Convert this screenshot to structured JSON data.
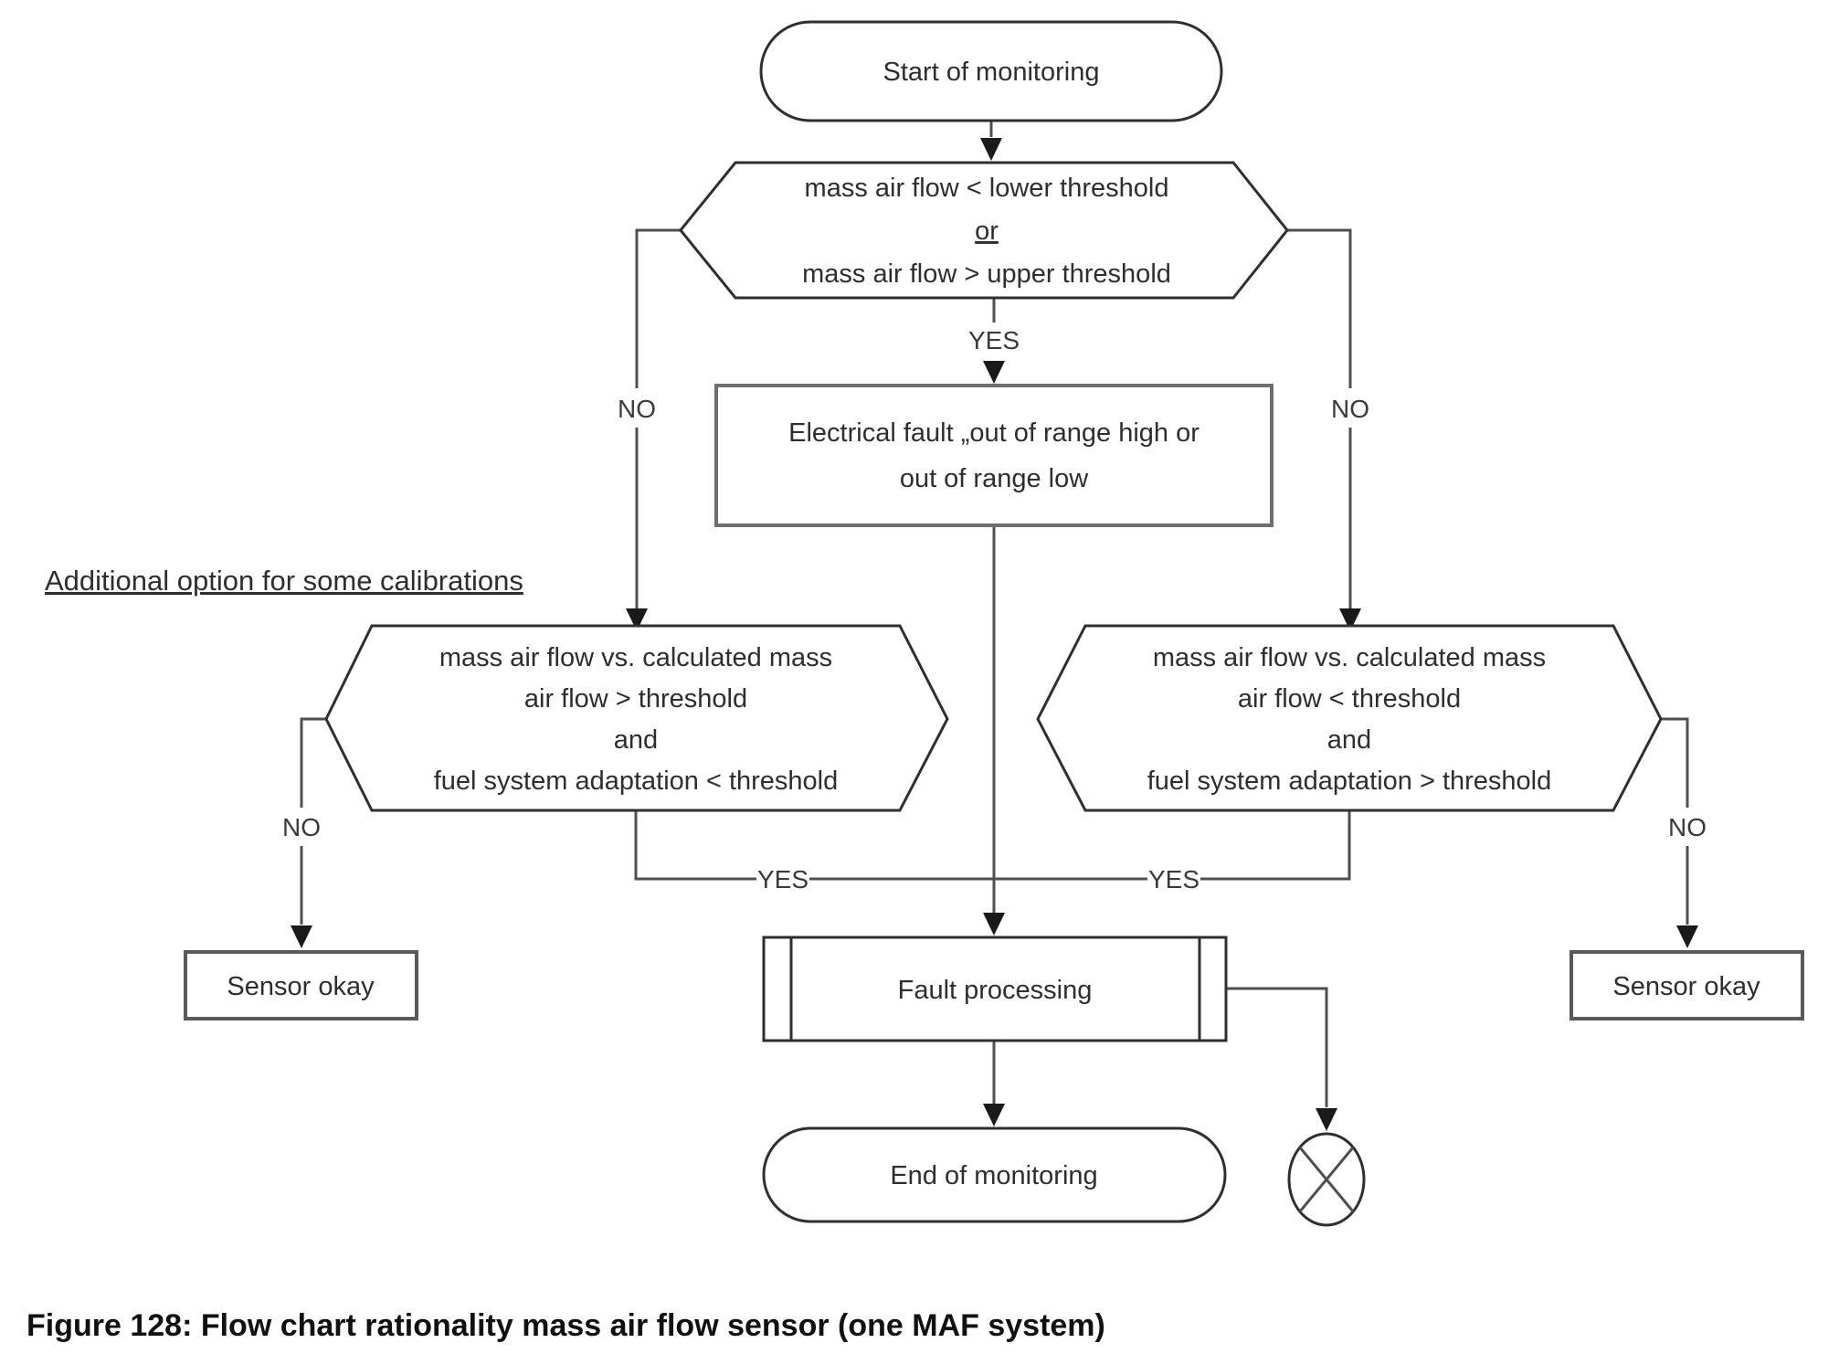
{
  "figure": {
    "caption": "Figure 128: Flow chart rationality mass air flow sensor (one MAF system)"
  },
  "flowchart": {
    "note": "Additional option for some calibrations",
    "branch_labels": {
      "yes": "YES",
      "no": "NO"
    },
    "start": {
      "label": "Start of monitoring"
    },
    "decision_threshold": {
      "lines": [
        "mass air flow < lower threshold",
        "or",
        "mass air flow > upper threshold"
      ]
    },
    "electrical_fault": {
      "lines": [
        "Electrical fault „out of range high or",
        "out of range low"
      ]
    },
    "decision_left": {
      "lines": [
        "mass air flow vs. calculated mass",
        "air flow > threshold",
        "and",
        "fuel system adaptation < threshold"
      ]
    },
    "decision_right": {
      "lines": [
        "mass air flow vs. calculated mass",
        "air flow < threshold",
        "and",
        "fuel system adaptation > threshold"
      ]
    },
    "sensor_okay_left": {
      "label": "Sensor okay"
    },
    "sensor_okay_right": {
      "label": "Sensor okay"
    },
    "fault_processing": {
      "label": "Fault processing"
    },
    "end": {
      "label": "End of monitoring"
    },
    "colors": {
      "background": "#ffffff",
      "shape_border": "#2f2f2f",
      "soft_border": "#6f6f6f",
      "sensor_border": "#595959",
      "connector": "#4f4f4f",
      "arrowhead": "#1a1a1a",
      "text": "#2e2e2e"
    }
  }
}
